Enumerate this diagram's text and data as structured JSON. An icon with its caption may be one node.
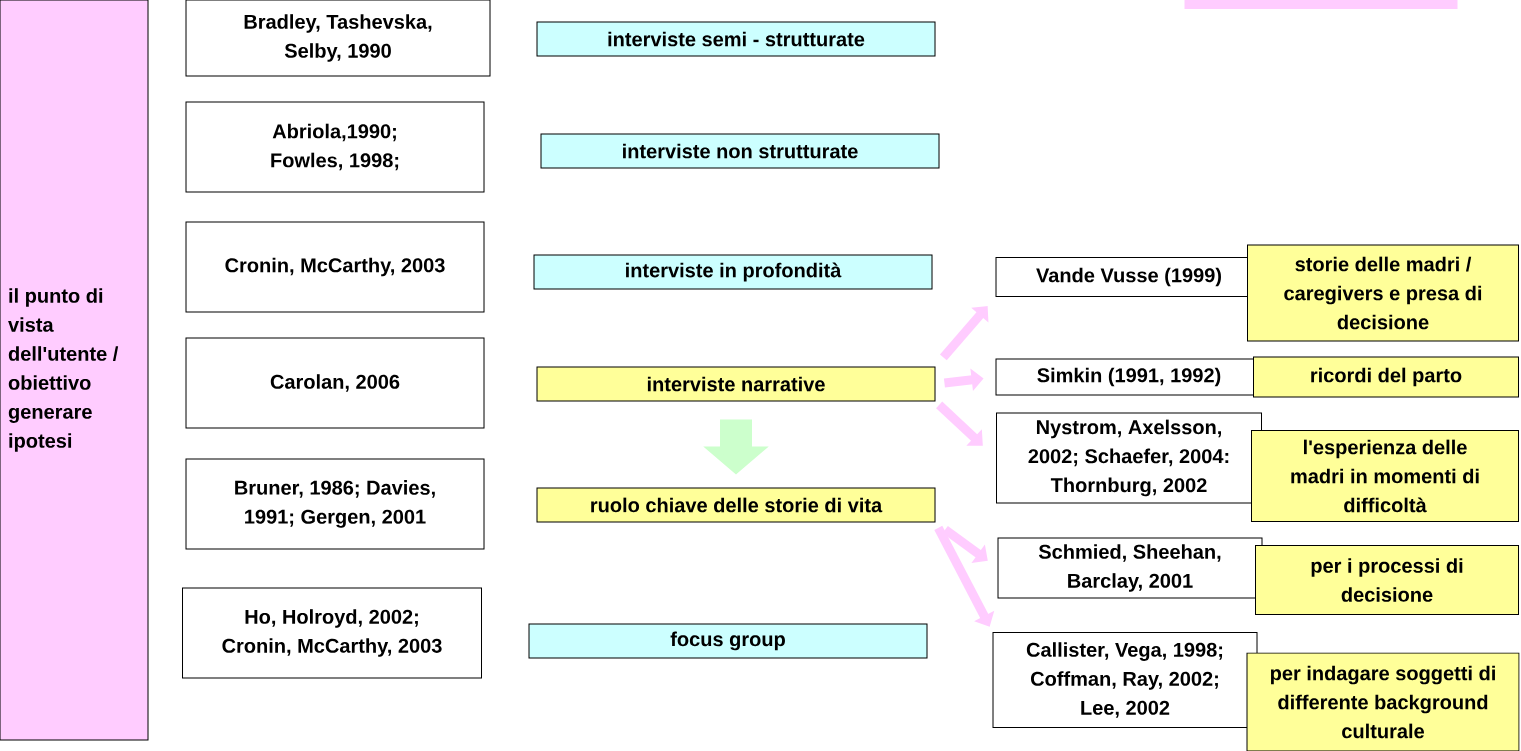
{
  "diagram": {
    "nodes": [
      {
        "text": [
          "il punto di vista dell'utente / obiettivo generare ipotesi"
        ]
      },
      {
        "text": [],
        "shape": "box"
      },
      {
        "text": [
          "Bradley, Tashevska, Selby, 1990"
        ]
      },
      {
        "text": [
          "Abriola,1990; Fowles, 1998;"
        ]
      },
      {
        "text": [
          "Cronin, McCarthy, 2003"
        ]
      },
      {
        "text": [
          "Carolan, 2006"
        ]
      },
      {
        "text": [
          "Bruner, 1986; Davies, 1991; Gergen, 2001"
        ]
      },
      {
        "text": [
          "Ho, Holroyd, 2002; Cronin, McCarthy, 2003"
        ]
      },
      {
        "text": [
          "interviste semi - strutturate"
        ]
      },
      {
        "text": [
          "interviste non strutturate"
        ]
      },
      {
        "text": [
          "interviste in profondità"
        ]
      },
      {
        "text": [
          "interviste narrative"
        ]
      },
      {
        "text": [
          "ruolo chiave delle storie di vita"
        ]
      },
      {
        "text": [
          "focus group"
        ]
      },
      {
        "text": [
          "Vande Vusse (1999)"
        ]
      },
      {
        "text": [
          "storie delle madri / caregivers e presa di decisione"
        ]
      },
      {
        "text": [
          "Simkin (1991, 1992)"
        ]
      },
      {
        "text": [
          "ricordi del parto"
        ]
      },
      {
        "text": [
          "Nystrom, Axelsson, 2002; Schaefer, 2004: Thornburg, 2002"
        ]
      },
      {
        "text": [
          "l'esperienza delle madri in momenti di difficoltà"
        ]
      },
      {
        "text": [
          "Schmied, Sheehan, Barclay, 2001"
        ]
      },
      {
        "text": [
          "per i processi di decisione"
        ]
      },
      {
        "text": [
          "Callister, Vega, 1998; Coffman, Ray, 2002; Lee, 2002"
        ]
      },
      {
        "text": [
          "per indagare soggetti di differente background culturale"
        ]
      }
    ],
    "edges": [
      {
        "from": 11,
        "to": 12,
        "arrow": "to",
        "style": "thick",
        "color": "#ccffcc"
      },
      {
        "from": 11,
        "to": 14,
        "arrow": "to"
      },
      {
        "from": 11,
        "to": 16,
        "arrow": "to"
      },
      {
        "from": 11,
        "to": 18,
        "arrow": "to"
      },
      {
        "from": 12,
        "to": 20,
        "arrow": "to"
      },
      {
        "from": 12,
        "to": 22,
        "arrow": "to"
      }
    ]
  }
}
